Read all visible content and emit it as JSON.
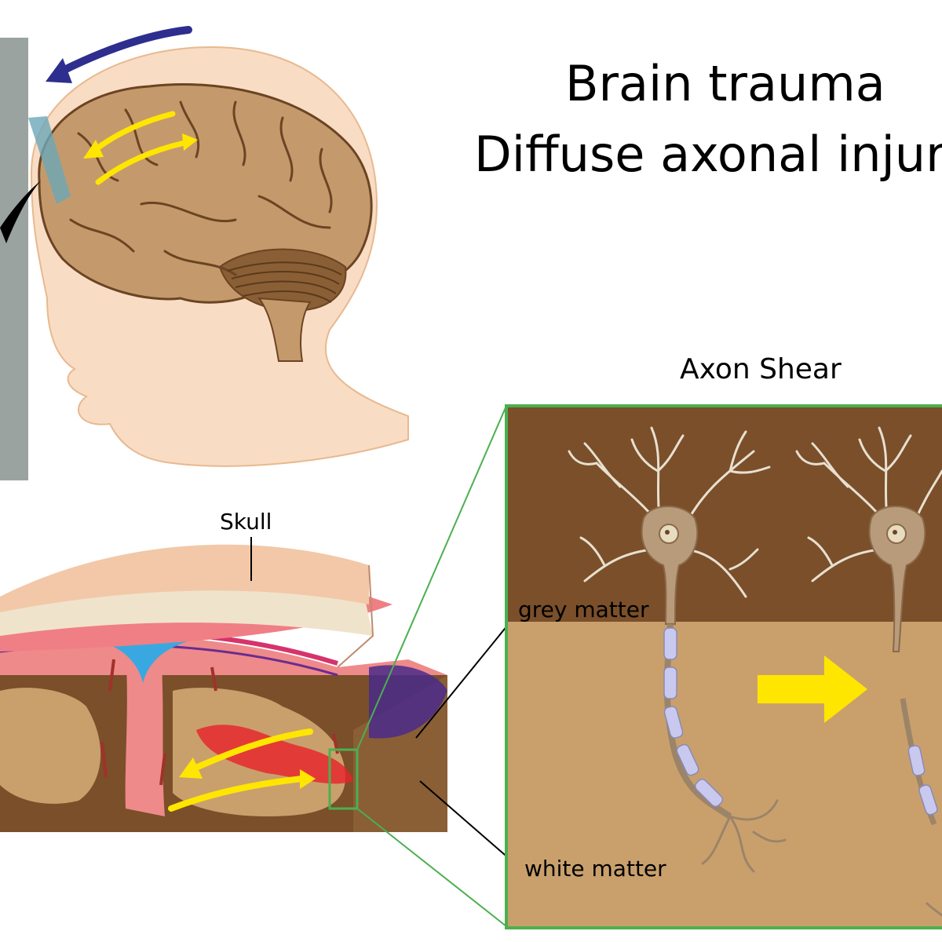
{
  "title": {
    "line1": "Brain trauma",
    "line2": "Diffuse axonal injury"
  },
  "labels": {
    "axon_shear": "Axon Shear",
    "skull": "Skull",
    "grey_matter": "grey matter",
    "white_matter": "white matter"
  },
  "colors": {
    "skin": "#f9dcc4",
    "brain": "#c49a6c",
    "brain_dark": "#6b4423",
    "wall": "#9aa3a0",
    "grey_matter": "#7a4f2a",
    "white_matter": "#c9a06c",
    "frame_green": "#4caf50",
    "arrow_yellow": "#ffe600",
    "arrow_blue": "#2e2e8f",
    "bleed_red": "#e8222b",
    "myelin": "#c9c9f0"
  }
}
